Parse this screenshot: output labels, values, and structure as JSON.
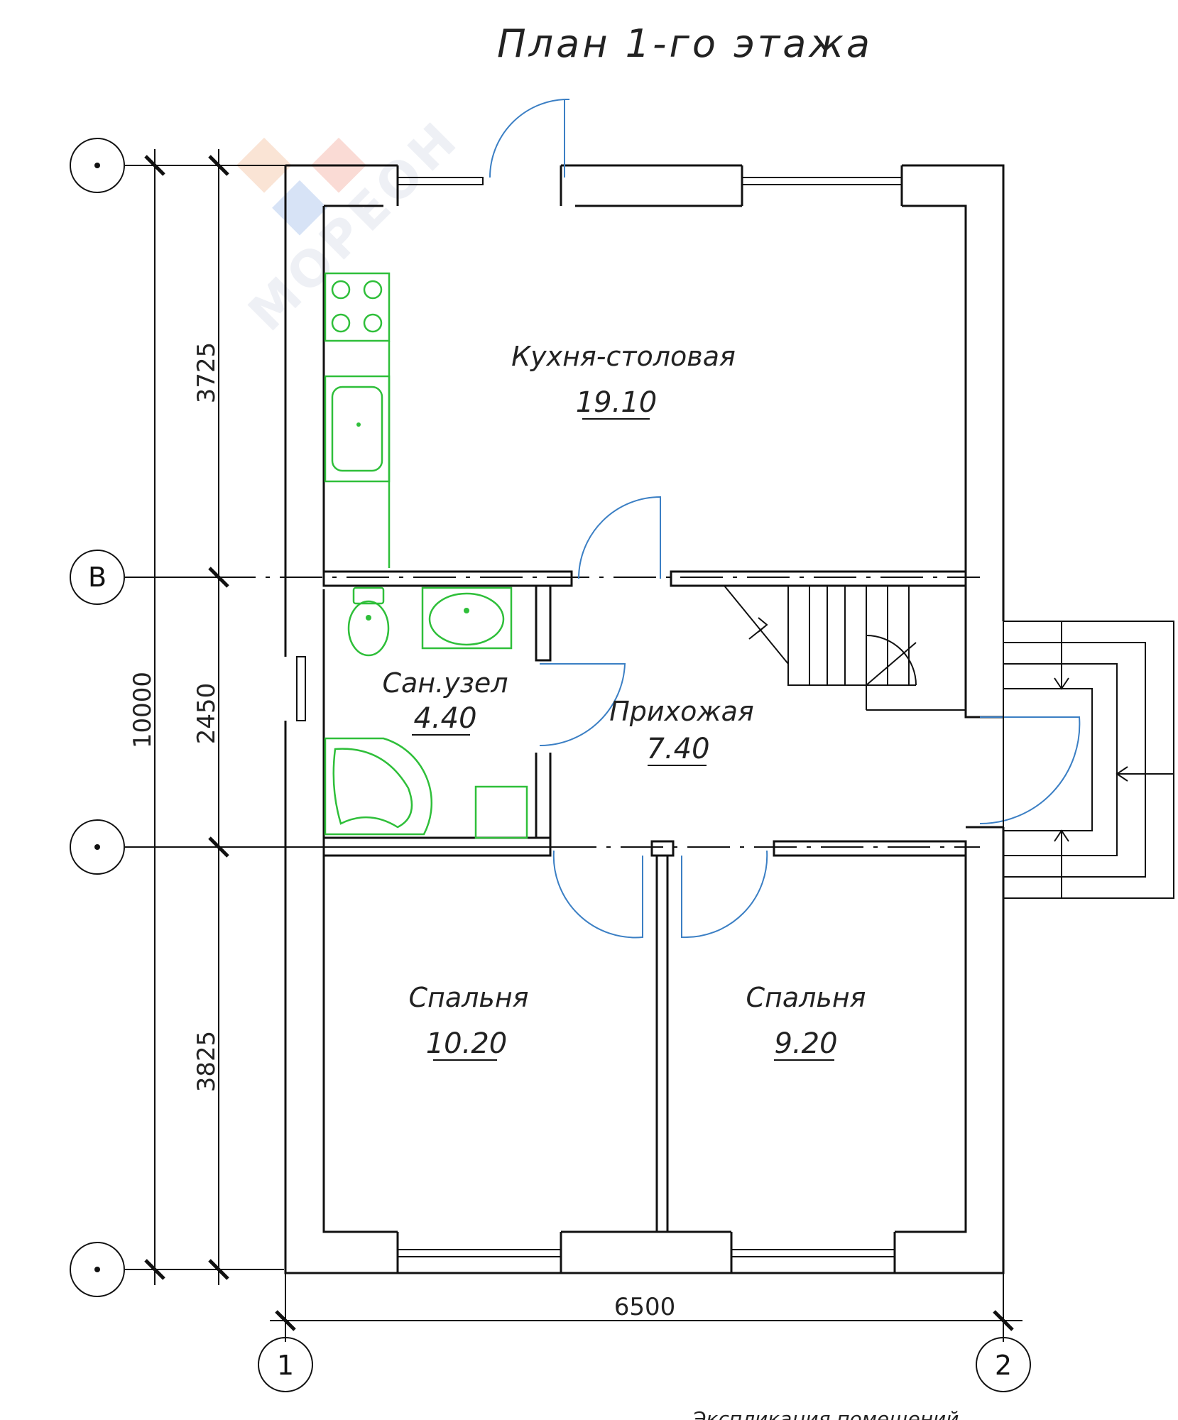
{
  "title": "План 1-го этажа",
  "rooms": {
    "kitchen": {
      "name": "Кухня-столовая",
      "area": "19.10"
    },
    "bathroom": {
      "name": "Сан.узел",
      "area": "4.40"
    },
    "hall": {
      "name": "Прихожая",
      "area": "7.40"
    },
    "bedroom_left": {
      "name": "Спальня",
      "area": "10.20"
    },
    "bedroom_right": {
      "name": "Спальня",
      "area": "9.20"
    }
  },
  "dimensions": {
    "total_height": "10000",
    "seg_top": "3725",
    "seg_mid": "2450",
    "seg_bottom": "3825",
    "total_width": "6500"
  },
  "axes": {
    "row_top": "",
    "row_b": "В",
    "row_c": "",
    "row_bottom": "",
    "col_1": "1",
    "col_2": "2"
  },
  "watermark": "МОРЕОН",
  "bottom_note": "Экспликация помещений"
}
